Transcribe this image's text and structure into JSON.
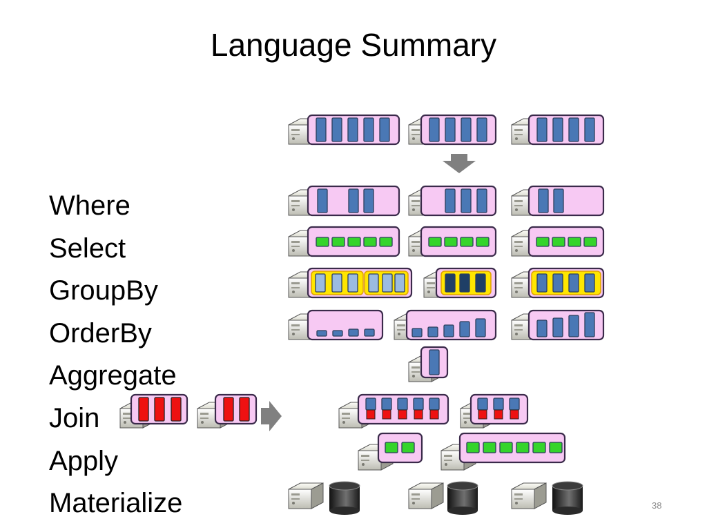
{
  "slide": {
    "title": "Language Summary",
    "page_number": "38"
  },
  "operators": [
    "Where",
    "Select",
    "GroupBy",
    "OrderBy",
    "Aggregate",
    "Join",
    "Apply",
    "Materialize"
  ],
  "colors": {
    "partition_fill": "#f7c9f3",
    "partition_border": "#3a2a4a",
    "record_blue": "#4a78b5",
    "record_light_blue": "#9bbbe0",
    "record_dark": "#1f3f66",
    "record_green": "#35d42b",
    "record_red": "#ee1111",
    "group_highlight": "#ffe600",
    "arrow": "#808080",
    "disk": "#202020"
  },
  "icons": [
    "server-icon",
    "disk-icon",
    "arrow-down-icon",
    "arrow-right-icon"
  ]
}
